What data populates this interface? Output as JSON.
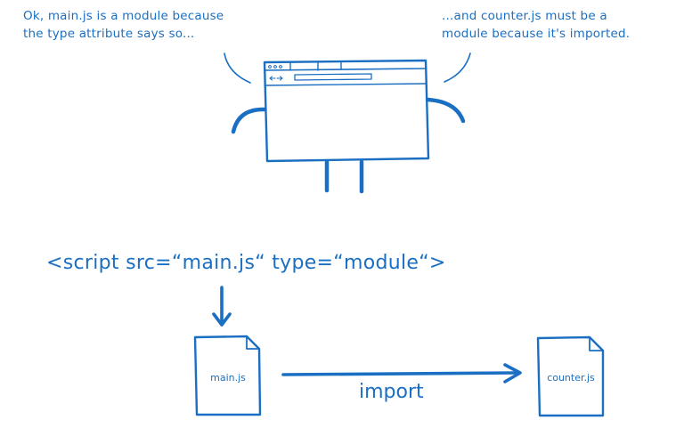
{
  "speech": {
    "left_line1": "Ok, main.js is a module because",
    "left_line2": "the type attribute says so...",
    "right_line1": "...and counter.js must be a",
    "right_line2": "module because it's imported."
  },
  "script_tag": "<script src=“main.js“ type=“module“>",
  "files": {
    "main": "main.js",
    "counter": "counter.js"
  },
  "arrow_label": "import",
  "colors": {
    "ink": "#1b6fc2",
    "background": "#ffffff"
  },
  "icons": {
    "browser": "browser-window-character",
    "file": "document-icon",
    "arrow": "arrow-icon"
  }
}
